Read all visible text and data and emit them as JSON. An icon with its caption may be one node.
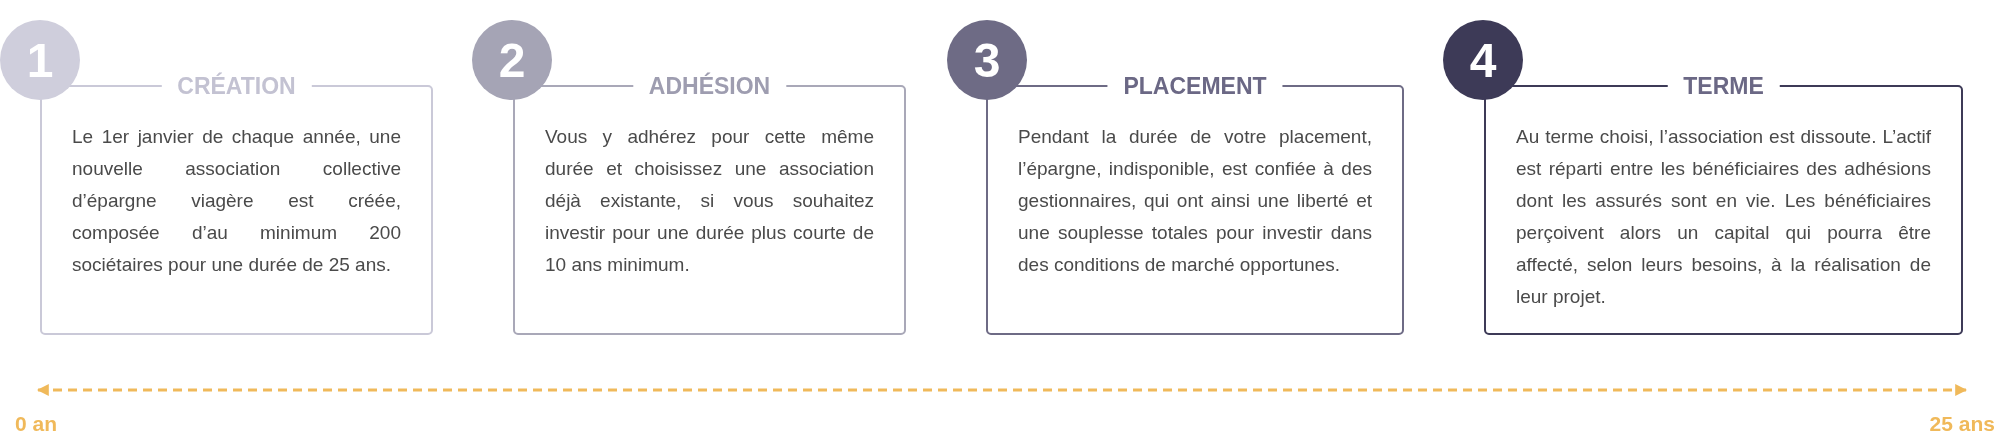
{
  "diagram": {
    "nodes": [
      {
        "text": [
          "1"
        ]
      },
      {
        "text": [
          "CRÉATION",
          "Le 1er janvier de chaque année, une nouvelle association collective d’épargne viagère est créée, composée d’au minimum 200 sociétaires pour une durée de 25 ans."
        ]
      },
      {
        "text": [
          "2"
        ]
      },
      {
        "text": [
          "ADHÉSION",
          "Vous y adhérez pour cette même durée et choisissez une association déjà existante, si vous souhaitez investir pour une durée plus courte de 10 ans minimum."
        ]
      },
      {
        "text": [
          "3"
        ]
      },
      {
        "text": [
          "PLACEMENT",
          "Pendant la durée de votre placement, l’épargne, indisponible, est confiée à des gestionnaires, qui ont ainsi une liberté et une souplesse totales pour investir dans des conditions de marché opportunes."
        ]
      },
      {
        "text": [
          "4"
        ]
      },
      {
        "text": [
          "TERME",
          "Au terme choisi, l’association est dissoute. L’actif est réparti entre les bénéficiaires des adhésions dont les assurés sont en vie. Les bénéficiaires perçoivent alors un capital qui pourra être affecté, selon leurs besoins, à la réalisation de leur projet."
        ]
      }
    ],
    "edges": [],
    "labels": [
      "0 an",
      "25 ans"
    ]
  }
}
